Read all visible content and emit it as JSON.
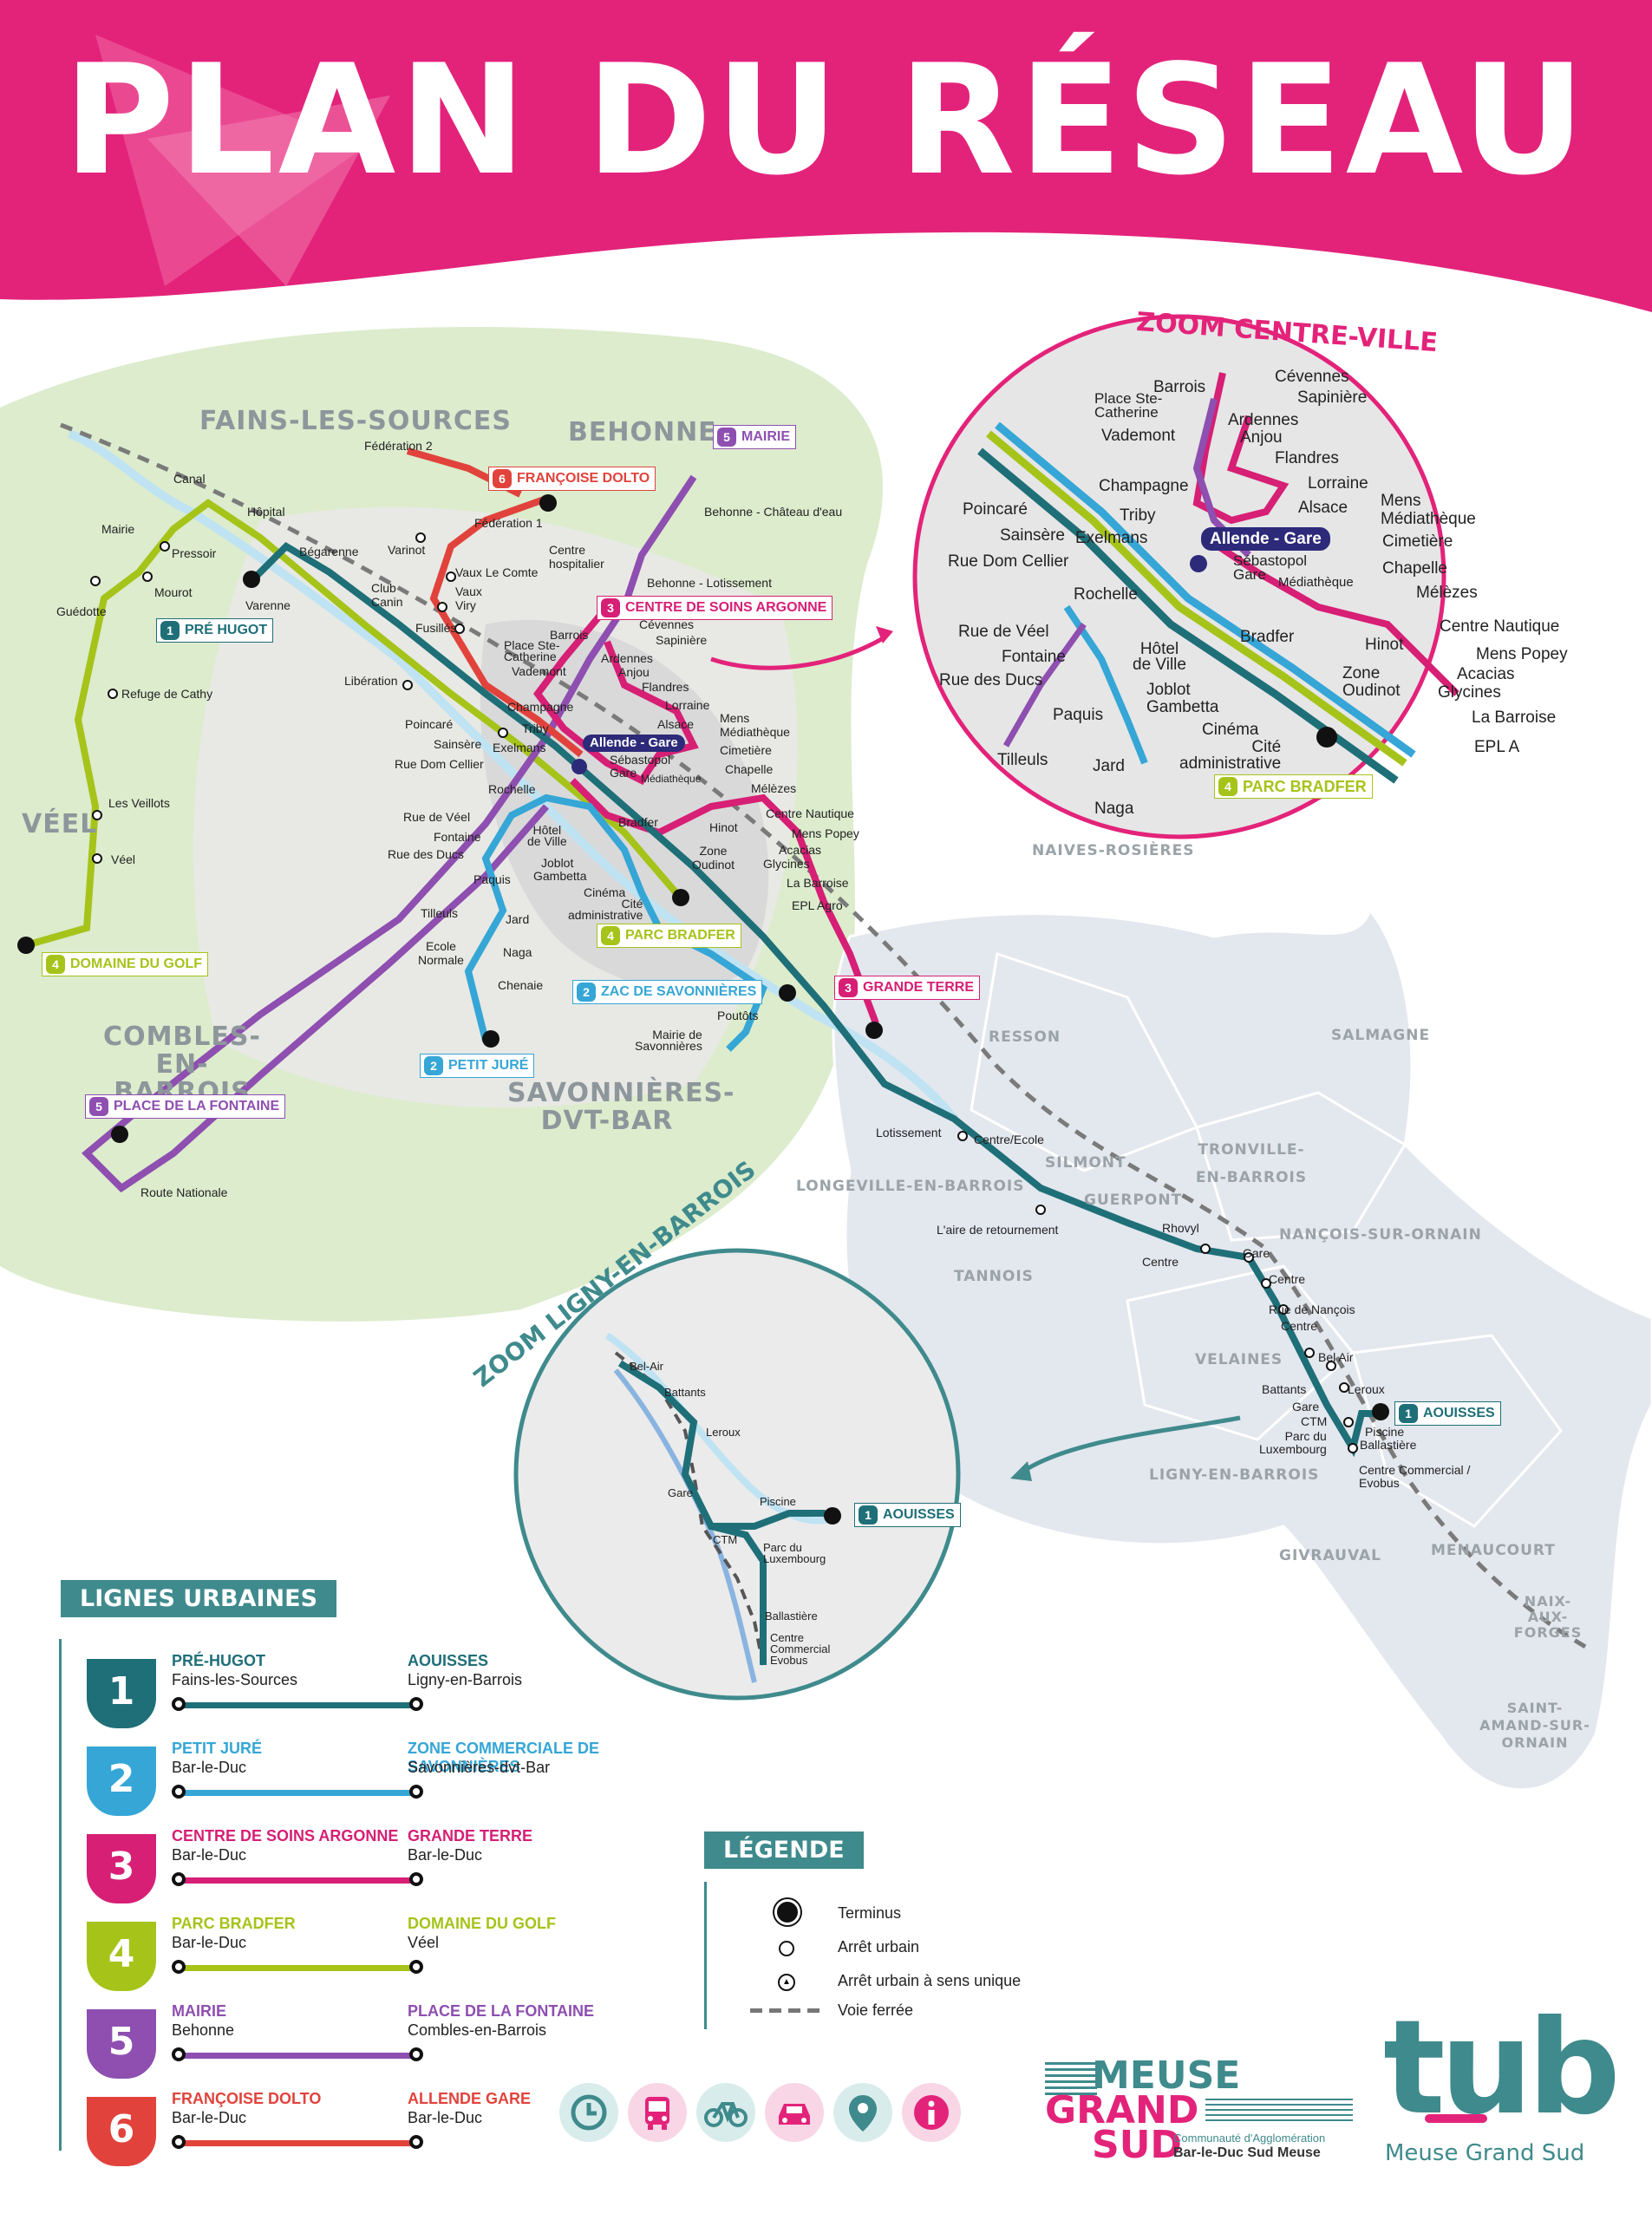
{
  "header": {
    "title": "PLAN DU RÉSEAU"
  },
  "towns": [
    "FAINS-LES-SOURCES",
    "BEHONNE",
    "VÉEL",
    "COMBLES-EN-BARROIS",
    "SAVONNIÈRES-DVT-BAR",
    "NAIVES-ROSIÈRES",
    "RESSON",
    "SALMAGNE",
    "TRONVILLE-EN-BARROIS",
    "SILMONT",
    "GUERPONT",
    "LONGEVILLE-EN-BARROIS",
    "NANÇOIS-SUR-ORNAIN",
    "TANNOIS",
    "VELAINES",
    "LIGNY-EN-BARROIS",
    "GIVRAUVAL",
    "MENAUCOURT",
    "NAIX-AUX-FORGES",
    "SAINT-AMAND-SUR-ORNAIN"
  ],
  "terminus_tags": {
    "pre_hugot": {
      "num": "1",
      "label": "PRÉ HUGOT"
    },
    "petit_jure": {
      "num": "2",
      "label": "PETIT JURÉ"
    },
    "zac": {
      "num": "2",
      "label": "ZAC DE SAVONNIÈRES"
    },
    "mairie": {
      "num": "5",
      "label": "MAIRIE"
    },
    "dolto": {
      "num": "6",
      "label": "FRANÇOISE DOLTO"
    },
    "csa": {
      "num": "3",
      "label": "CENTRE DE SOINS ARGONNE"
    },
    "grande_terre": {
      "num": "3",
      "label": "GRANDE TERRE"
    },
    "golf": {
      "num": "4",
      "label": "DOMAINE DU GOLF"
    },
    "bradfer": {
      "num": "4",
      "label": "PARC BRADFER"
    },
    "fontaine": {
      "num": "5",
      "label": "PLACE DE LA FONTAINE"
    },
    "aouisses": {
      "num": "1",
      "label": "AOUISSES"
    }
  },
  "stops": {
    "federation2": "Fédération 2",
    "federation1": "Fédération 1",
    "canal": "Canal",
    "hopital": "Hôpital",
    "mairie_f": "Mairie",
    "pressoir": "Pressoir",
    "begarenne": "Bégarenne",
    "varinot": "Varinot",
    "vaux_le_comte": "Vaux Le Comte",
    "vaux_viry": "Vaux\nViry",
    "mourot": "Mourot",
    "varenne": "Varenne",
    "club_canin": "Club\nCanin",
    "fusilles": "Fusillés",
    "guedotte": "Guédotte",
    "refuge": "Refuge de Cathy",
    "liberation": "Libération",
    "poincare": "Poincaré",
    "sainsere": "Sainsère",
    "rue_dom_cellier": "Rue Dom Cellier",
    "veillots": "Les Veillots",
    "veel": "Véel",
    "rue_de_veel": "Rue de Véel",
    "fontaine": "Fontaine",
    "rue_des_ducs": "Rue des Ducs",
    "paquis": "Paquis",
    "tilleuls": "Tilleuls",
    "ecole_normale": "Ecole\nNormale",
    "jard": "Jard",
    "naga": "Naga",
    "chenaie": "Chenaie",
    "route_nationale": "Route Nationale",
    "behonne_chateau": "Behonne - Château d'eau",
    "behonne_lotissement": "Behonne - Lotissement",
    "centre_hospitalier": "Centre\nhospitalier",
    "barrois": "Barrois",
    "place_ste_catherine": "Place Ste-\nCatherine",
    "vademont": "Vademont",
    "champagne": "Champagne",
    "triby": "Triby",
    "exelmans": "Exelmans",
    "rochelle": "Rochelle",
    "cevennes": "Cévennes",
    "sapiniere": "Sapinière",
    "ardennes": "Ardennes",
    "anjou": "Anjou",
    "flandres": "Flandres",
    "lorraine": "Lorraine",
    "alsace": "Alsace",
    "sebastopol": "Sébastopol",
    "gare": "Gare",
    "mens": "Mens",
    "mediatheque": "Médiathèque",
    "cimetiere": "Cimetière",
    "chapelle": "Chapelle",
    "melezes": "Mélèzes",
    "centre_nautique": "Centre Nautique",
    "mens_popey": "Mens Popey",
    "acacias": "Acacias",
    "glycines": "Glycines",
    "hinot": "Hinot",
    "bradfer": "Bradfer",
    "hotel_de_ville": "Hôtel\nde Ville",
    "joblot": "Joblot",
    "gambetta": "Gambetta",
    "zone_oudinot": "Zone\nOudinot",
    "la_barroise": "La Barroise",
    "epl_agro": "EPL Agro",
    "cinema": "Cinéma",
    "cite_admin": "Cité\nadministrative",
    "poutots": "Poutôts",
    "mairie_savonnieres": "Mairie de\nSavonnières",
    "lotissement": "Lotissement",
    "centre_ecole": "Centre/Ecole",
    "aire": "L'aire de retournement",
    "rhovyl": "Rhovyl",
    "centre": "Centre",
    "gare_ligny": "Gare",
    "rue_de_nancois": "Rue de Nançois",
    "bel_air": "Bel Air",
    "battants": "Battants",
    "leroux": "Leroux",
    "ctm": "CTM",
    "parc_du_luxembourg": "Parc du\nLuxembourg",
    "piscine": "Piscine",
    "ballastiere": "Ballastière",
    "centre_commercial": "Centre Commercial /\nEvobus",
    "allende_gare": "Allende - Gare"
  },
  "zoom_centre": {
    "title": "ZOOM CENTRE-VILLE",
    "stops": [
      "Barrois",
      "Cévennes",
      "Sapinière",
      "Place Ste-\nCatherine",
      "Ardennes",
      "Anjou",
      "Vademont",
      "Flandres",
      "Champagne",
      "Lorraine",
      "Triby",
      "Alsace",
      "Poincaré",
      "Sainsère",
      "Exelmans",
      "Mens",
      "Médiathèque",
      "Rue Dom Cellier",
      "Sébastopol\nGare",
      "Cimetière",
      "Chapelle",
      "Médiathèque",
      "Rochelle",
      "Mélèzes",
      "Centre Nautique",
      "Rue de Véel",
      "Hôtel\nde Ville",
      "Bradfer",
      "Hinot",
      "Mens Popey",
      "Fontaine",
      "Acacias",
      "Rue des Ducs",
      "Zone\nOudinot",
      "Glycines",
      "Joblot\nGambetta",
      "La Barroise",
      "Paquis",
      "Cinéma",
      "EPL A",
      "Cité\nadministrative",
      "Jard",
      "Naga",
      "Tilleuls"
    ],
    "allende": "Allende - Gare",
    "tag": {
      "num": "4",
      "label": "PARC BRADFER"
    }
  },
  "zoom_ligny": {
    "title": "ZOOM LIGNY-EN-BARROIS",
    "stops": [
      "Bel-Air",
      "Battants",
      "Leroux",
      "Gare",
      "Piscine",
      "CTM",
      "Parc du\nLuxembourg",
      "Ballastière",
      "Centre\nCommercial\nEvobus"
    ],
    "tag": {
      "num": "1",
      "label": "AOUISSES"
    }
  },
  "lines_panel": {
    "title": "LIGNES URBAINES",
    "lines": [
      {
        "num": "1",
        "color": "#1f6f78",
        "from_name": "PRÉ-HUGOT",
        "from_city": "Fains-les-Sources",
        "to_name": "AOUISSES",
        "to_city": "Ligny-en-Barrois"
      },
      {
        "num": "2",
        "color": "#35a6d6",
        "from_name": "PETIT JURÉ",
        "from_city": "Bar-le-Duc",
        "to_name": "ZONE COMMERCIALE DE SAVONNIÈRES",
        "to_city": "Savonnières-dvt-Bar"
      },
      {
        "num": "3",
        "color": "#d61f75",
        "from_name": "CENTRE DE SOINS ARGONNE",
        "from_city": "Bar-le-Duc",
        "to_name": "GRANDE TERRE",
        "to_city": "Bar-le-Duc"
      },
      {
        "num": "4",
        "color": "#a6c31a",
        "from_name": "PARC BRADFER",
        "from_city": "Bar-le-Duc",
        "to_name": "DOMAINE DU GOLF",
        "to_city": "Véel"
      },
      {
        "num": "5",
        "color": "#8e4fb0",
        "from_name": "MAIRIE",
        "from_city": "Behonne",
        "to_name": "PLACE DE LA FONTAINE",
        "to_city": "Combles-en-Barrois"
      },
      {
        "num": "6",
        "color": "#e1433c",
        "from_name": "FRANÇOISE DOLTO",
        "from_city": "Bar-le-Duc",
        "to_name": "ALLENDE GARE",
        "to_city": "Bar-le-Duc"
      }
    ]
  },
  "legend": {
    "title": "LÉGENDE",
    "items": [
      "Terminus",
      "Arrêt urbain",
      "Arrêt urbain à sens unique",
      "Voie ferrée"
    ]
  },
  "services": [
    {
      "icon": "clock-icon",
      "color": "#3f8a8c"
    },
    {
      "icon": "bus-icon",
      "color": "#e3237a"
    },
    {
      "icon": "bike-icon",
      "color": "#3f8a8c"
    },
    {
      "icon": "car-icon",
      "color": "#e3237a"
    },
    {
      "icon": "location-pin-icon",
      "color": "#3f8a8c"
    },
    {
      "icon": "info-icon",
      "color": "#e3237a"
    }
  ],
  "brand_mgs": {
    "line1": "MEUSE",
    "line2": "GRAND",
    "line3": "SUD",
    "sub1": "Communauté d'Agglomération",
    "sub2": "Bar-le-Duc Sud Meuse"
  },
  "brand_tub": {
    "logo": "tub",
    "sub": "Meuse Grand Sud"
  },
  "colors": {
    "pink": "#e3237a",
    "teal": "#3f8a8c",
    "l1": "#1f6f78",
    "l2": "#35a6d6",
    "l3": "#d61f75",
    "l4": "#a6c31a",
    "l5": "#8e4fb0",
    "l6": "#e1433c"
  }
}
